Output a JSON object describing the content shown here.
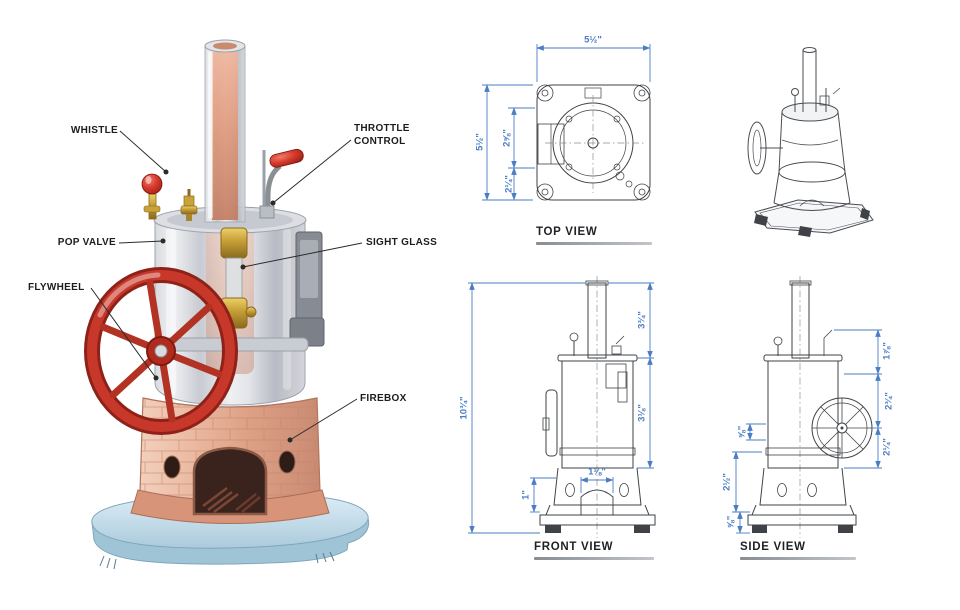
{
  "callouts": [
    {
      "label": "WHISTLE"
    },
    {
      "label": "THROTTLE CONTROL"
    },
    {
      "label": "POP VALVE"
    },
    {
      "label": "SIGHT GLASS"
    },
    {
      "label": "FLYWHEEL"
    },
    {
      "label": "FIREBOX"
    }
  ],
  "views": {
    "top": {
      "title": "TOP VIEW",
      "dims": {
        "top_width": "5½\"",
        "left_height": "5½\"",
        "inner_height": "2⅝\"",
        "lower_offset": "2¼\""
      }
    },
    "front": {
      "title": "FRONT VIEW",
      "dims": {
        "total_height": "10¾\"",
        "upper_section": "3¾\"",
        "mid_section": "3⅛\"",
        "door_width": "1⅛\"",
        "base_height": "1\""
      }
    },
    "side": {
      "title": "SIDE VIEW",
      "dims": {
        "stack_top": "1⅞\"",
        "flywheel_span": "2¾\"",
        "lower_section": "2¼\"",
        "hub_offset": "⅝\"",
        "firebox_height": "2½\"",
        "base_foot": "⅝\""
      }
    }
  },
  "colors": {
    "dimension_blue": "#4a7dc4",
    "callout_ink": "#1d1d1d",
    "drawing_ink": "#3f4246",
    "title_underline": "#9aa0a6",
    "flywheel_red": "#c8382a",
    "brass_gold": "#caa23a",
    "brick_pink": "#e0a58e",
    "base_blue": "#c3dcea"
  }
}
